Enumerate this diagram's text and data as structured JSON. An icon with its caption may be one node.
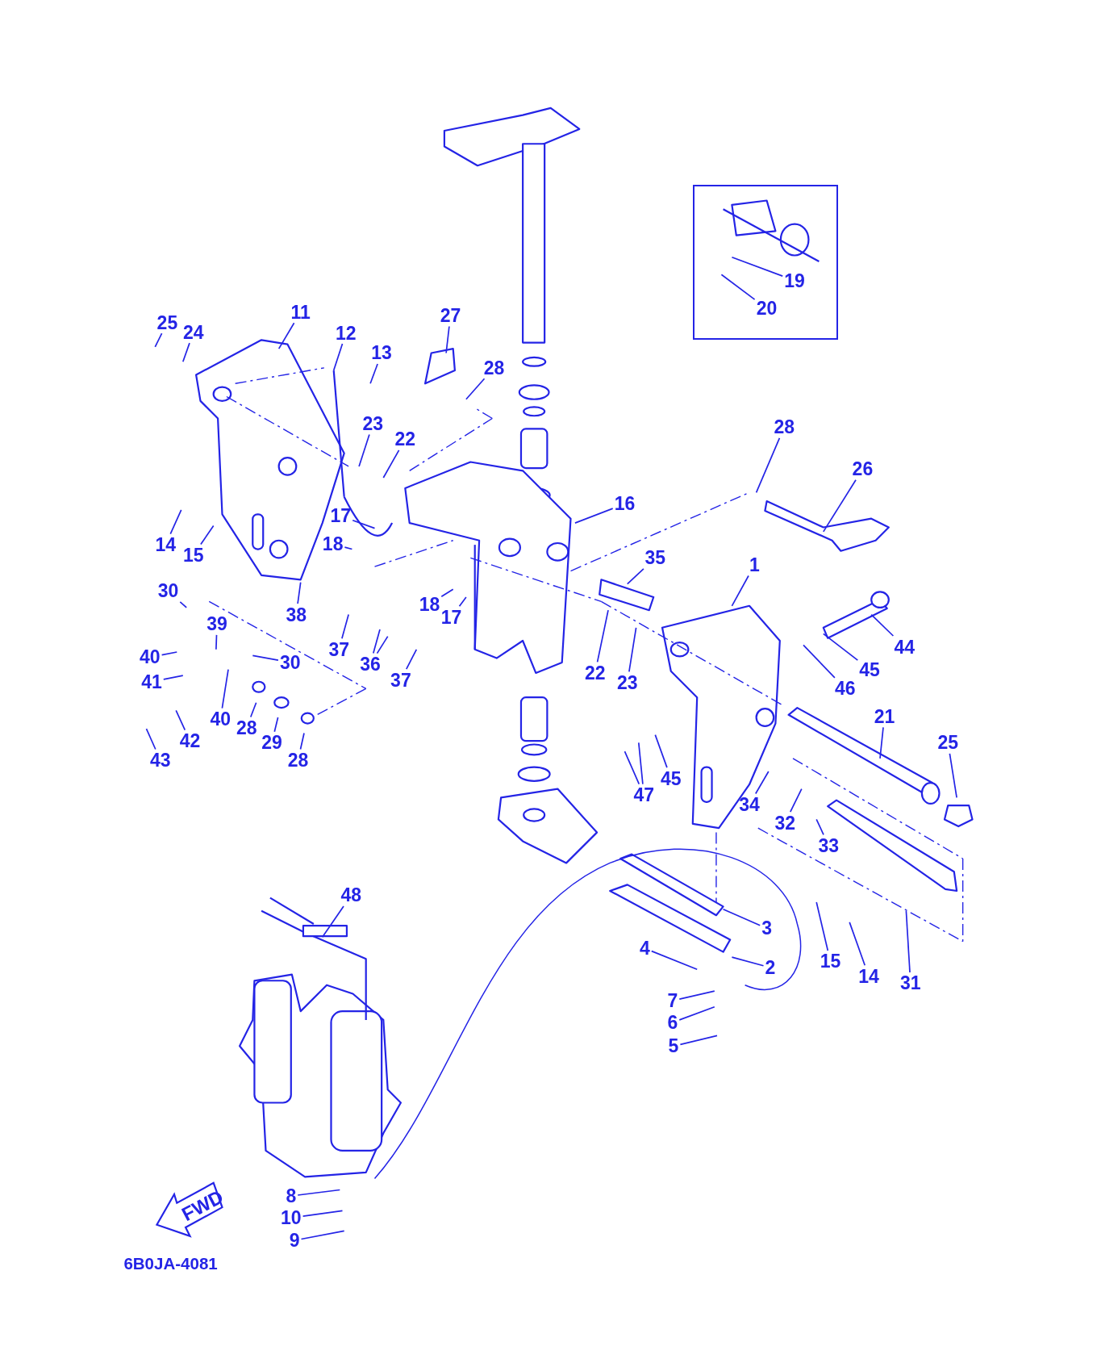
{
  "diagram": {
    "nodes": [
      {
        "text": [],
        "shape": "box"
      },
      {
        "text": [
          "19"
        ],
        "in": 0
      },
      {
        "text": [
          "20"
        ],
        "in": 0
      },
      {
        "text": [
          "11"
        ]
      },
      {
        "text": [
          "27"
        ]
      },
      {
        "text": [
          "25"
        ]
      },
      {
        "text": [
          "24"
        ]
      },
      {
        "text": [
          "12"
        ]
      },
      {
        "text": [
          "13"
        ]
      },
      {
        "text": [
          "28"
        ]
      },
      {
        "text": [
          "23"
        ]
      },
      {
        "text": [
          "22"
        ]
      },
      {
        "text": [
          "28"
        ]
      },
      {
        "text": [
          "26"
        ]
      },
      {
        "text": [
          "16"
        ]
      },
      {
        "text": [
          "17"
        ]
      },
      {
        "text": [
          "18"
        ]
      },
      {
        "text": [
          "14"
        ]
      },
      {
        "text": [
          "15"
        ]
      },
      {
        "text": [
          "35"
        ]
      },
      {
        "text": [
          "1"
        ]
      },
      {
        "text": [
          "30"
        ]
      },
      {
        "text": [
          "18"
        ]
      },
      {
        "text": [
          "38"
        ]
      },
      {
        "text": [
          "17"
        ]
      },
      {
        "text": [
          "39"
        ]
      },
      {
        "text": [
          "44"
        ]
      },
      {
        "text": [
          "37"
        ]
      },
      {
        "text": [
          "40"
        ]
      },
      {
        "text": [
          "30"
        ]
      },
      {
        "text": [
          "36"
        ]
      },
      {
        "text": [
          "22"
        ]
      },
      {
        "text": [
          "45"
        ]
      },
      {
        "text": [
          "37"
        ]
      },
      {
        "text": [
          "23"
        ]
      },
      {
        "text": [
          "41"
        ]
      },
      {
        "text": [
          "46"
        ]
      },
      {
        "text": [
          "21"
        ]
      },
      {
        "text": [
          "40"
        ]
      },
      {
        "text": [
          "28"
        ]
      },
      {
        "text": [
          "25"
        ]
      },
      {
        "text": [
          "29"
        ]
      },
      {
        "text": [
          "42"
        ]
      },
      {
        "text": [
          "43"
        ]
      },
      {
        "text": [
          "28"
        ]
      },
      {
        "text": [
          "45"
        ]
      },
      {
        "text": [
          "47"
        ]
      },
      {
        "text": [
          "34"
        ]
      },
      {
        "text": [
          "32"
        ]
      },
      {
        "text": [
          "33"
        ]
      },
      {
        "text": [
          "48"
        ]
      },
      {
        "text": [
          "3"
        ]
      },
      {
        "text": [
          "4"
        ]
      },
      {
        "text": [
          "15"
        ]
      },
      {
        "text": [
          "2"
        ]
      },
      {
        "text": [
          "14"
        ]
      },
      {
        "text": [
          "31"
        ]
      },
      {
        "text": [
          "7"
        ]
      },
      {
        "text": [
          "6"
        ]
      },
      {
        "text": [
          "5"
        ]
      },
      {
        "text": [
          "8"
        ]
      },
      {
        "text": [
          "10"
        ]
      },
      {
        "text": [
          "9"
        ]
      }
    ],
    "edges": [
      {
        "from": 1,
        "to": null,
        "arrow": "none"
      },
      {
        "from": 2,
        "to": null,
        "arrow": "none"
      },
      {
        "from": 3,
        "to": null,
        "arrow": "none"
      },
      {
        "from": 4,
        "to": null,
        "arrow": "none"
      },
      {
        "from": 5,
        "to": null,
        "arrow": "none"
      },
      {
        "from": 6,
        "to": null,
        "arrow": "none"
      },
      {
        "from": 7,
        "to": null,
        "arrow": "none"
      },
      {
        "from": 8,
        "to": null,
        "arrow": "none"
      },
      {
        "from": 9,
        "to": null,
        "arrow": "none"
      },
      {
        "from": 10,
        "to": null,
        "arrow": "none"
      },
      {
        "from": 11,
        "to": null,
        "arrow": "none"
      },
      {
        "from": 12,
        "to": null,
        "arrow": "none"
      },
      {
        "from": 13,
        "to": null,
        "arrow": "none"
      },
      {
        "from": 14,
        "to": null,
        "arrow": "none"
      },
      {
        "from": 15,
        "to": null,
        "arrow": "none"
      },
      {
        "from": 16,
        "to": null,
        "arrow": "none"
      },
      {
        "from": 17,
        "to": null,
        "arrow": "none"
      },
      {
        "from": 18,
        "to": null,
        "arrow": "none"
      },
      {
        "from": 19,
        "to": null,
        "arrow": "none"
      },
      {
        "from": 20,
        "to": null,
        "arrow": "none"
      },
      {
        "from": 21,
        "to": null,
        "arrow": "none"
      },
      {
        "from": 22,
        "to": null,
        "arrow": "none"
      },
      {
        "from": 23,
        "to": null,
        "arrow": "none"
      },
      {
        "from": 24,
        "to": null,
        "arrow": "none"
      },
      {
        "from": 25,
        "to": null,
        "arrow": "none"
      },
      {
        "from": 26,
        "to": null,
        "arrow": "none"
      },
      {
        "from": 27,
        "to": null,
        "arrow": "none"
      },
      {
        "from": 28,
        "to": null,
        "arrow": "none"
      },
      {
        "from": 29,
        "to": null,
        "arrow": "none"
      },
      {
        "from": 30,
        "to": null,
        "arrow": "none"
      },
      {
        "from": 30,
        "to": null,
        "arrow": "none"
      },
      {
        "from": 31,
        "to": null,
        "arrow": "none"
      },
      {
        "from": 32,
        "to": null,
        "arrow": "none"
      },
      {
        "from": 33,
        "to": null,
        "arrow": "none"
      },
      {
        "from": 34,
        "to": null,
        "arrow": "none"
      },
      {
        "from": 35,
        "to": null,
        "arrow": "none"
      },
      {
        "from": 36,
        "to": null,
        "arrow": "none"
      },
      {
        "from": 37,
        "to": null,
        "arrow": "none"
      },
      {
        "from": 38,
        "to": null,
        "arrow": "none"
      },
      {
        "from": 39,
        "to": null,
        "arrow": "none"
      },
      {
        "from": 40,
        "to": null,
        "arrow": "none"
      },
      {
        "from": 41,
        "to": null,
        "arrow": "none"
      },
      {
        "from": 42,
        "to": null,
        "arrow": "none"
      },
      {
        "from": 43,
        "to": null,
        "arrow": "none"
      },
      {
        "from": 44,
        "to": null,
        "arrow": "none"
      },
      {
        "from": 45,
        "to": null,
        "arrow": "none"
      },
      {
        "from": 46,
        "to": null,
        "arrow": "none"
      },
      {
        "from": 46,
        "to": null,
        "arrow": "none"
      },
      {
        "from": 47,
        "to": null,
        "arrow": "none"
      },
      {
        "from": 48,
        "to": null,
        "arrow": "none"
      },
      {
        "from": 49,
        "to": null,
        "arrow": "none"
      },
      {
        "from": 50,
        "to": null,
        "arrow": "none"
      },
      {
        "from": 51,
        "to": null,
        "arrow": "none"
      },
      {
        "from": 52,
        "to": null,
        "arrow": "none"
      },
      {
        "from": 53,
        "to": null,
        "arrow": "none"
      },
      {
        "from": 54,
        "to": null,
        "arrow": "none"
      },
      {
        "from": 55,
        "to": null,
        "arrow": "none"
      },
      {
        "from": 56,
        "to": null,
        "arrow": "none"
      },
      {
        "from": 57,
        "to": null,
        "arrow": "none"
      },
      {
        "from": 58,
        "to": null,
        "arrow": "none"
      },
      {
        "from": 59,
        "to": null,
        "arrow": "none"
      },
      {
        "from": 60,
        "to": null,
        "arrow": "none"
      },
      {
        "from": 61,
        "to": null,
        "arrow": "none"
      },
      {
        "from": 62,
        "to": null,
        "arrow": "none"
      }
    ],
    "labels": [
      "FWD",
      "6B0JA-4081"
    ]
  }
}
